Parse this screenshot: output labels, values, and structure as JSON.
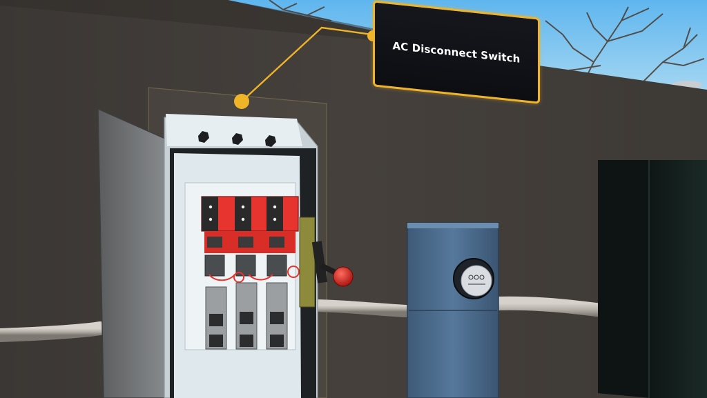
{
  "callout": {
    "label": "AC Disconnect Switch"
  },
  "colors": {
    "wall": "#3a3633",
    "sky": "#7fc4ee",
    "accent": "#f0b429",
    "switch_red": "#e8342f",
    "enclosure_panel": "#dfe8ec",
    "meter_box": "#4a6b8c",
    "conduit": "#b8b3ab"
  },
  "objects": [
    "ac-disconnect-switch",
    "utility-meter",
    "electrical-cabinet",
    "conduit-pipe"
  ]
}
